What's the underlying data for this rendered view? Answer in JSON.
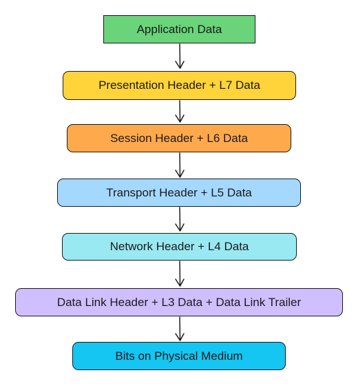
{
  "layers": [
    {
      "id": "application",
      "label": "Application Data",
      "fill": "#6ad47a"
    },
    {
      "id": "presentation",
      "label": "Presentation Header + L7 Data",
      "fill": "#ffd43b"
    },
    {
      "id": "session",
      "label": "Session Header + L6 Data",
      "fill": "#ffa94d"
    },
    {
      "id": "transport",
      "label": "Transport Header + L5 Data",
      "fill": "#a5d8ff"
    },
    {
      "id": "network",
      "label": "Network Header + L4 Data",
      "fill": "#99e9f2"
    },
    {
      "id": "datalink",
      "label": "Data Link Header + L3 Data + Data Link Trailer",
      "fill": "#d0bfff"
    },
    {
      "id": "physical",
      "label": "Bits on Physical Medium",
      "fill": "#15c5f2"
    }
  ]
}
